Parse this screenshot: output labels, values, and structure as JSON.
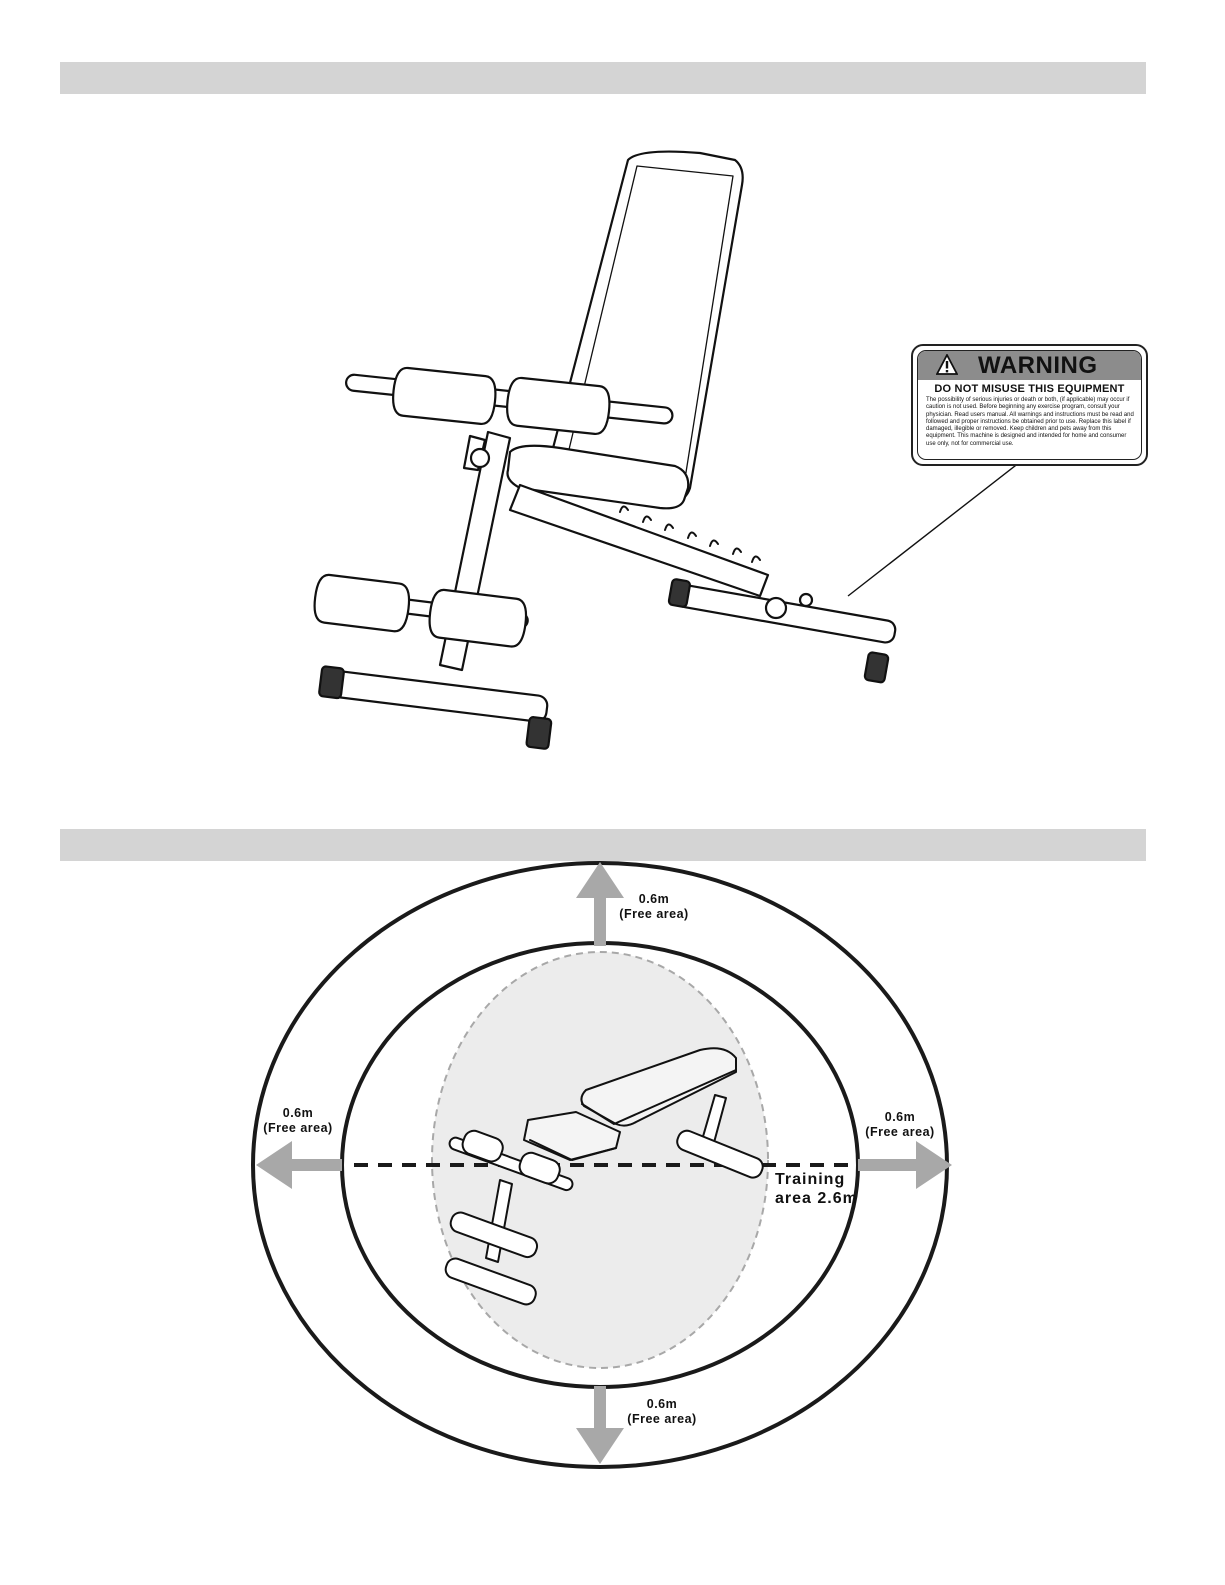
{
  "warning_label": {
    "title": "WARNING",
    "subtitle": "DO NOT MISUSE THIS EQUIPMENT",
    "body": "The possibility of serious injuries or death or both, (if applicable) may occur if caution is not used. Before beginning any exercise program, consult your physician. Read users manual. All warnings and instructions must be read and followed and proper instructions be obtained prior to use. Replace this label if damaged, illegible or removed. Keep children and pets away from this equipment. This machine is designed and intended for home and consumer use only, not for commercial use."
  },
  "clearance": {
    "top": {
      "distance": "0.6m",
      "note": "(Free area)"
    },
    "left": {
      "distance": "0.6m",
      "note": "(Free area)"
    },
    "right": {
      "distance": "0.6m",
      "note": "(Free area)"
    },
    "bottom": {
      "distance": "0.6m",
      "note": "(Free area)"
    },
    "training_line1": "Training",
    "training_line2": "area 2.6m"
  },
  "colors": {
    "header_bar": "#d4d4d4",
    "arrow": "#a8a8a8",
    "training_zone": "#ececec"
  }
}
